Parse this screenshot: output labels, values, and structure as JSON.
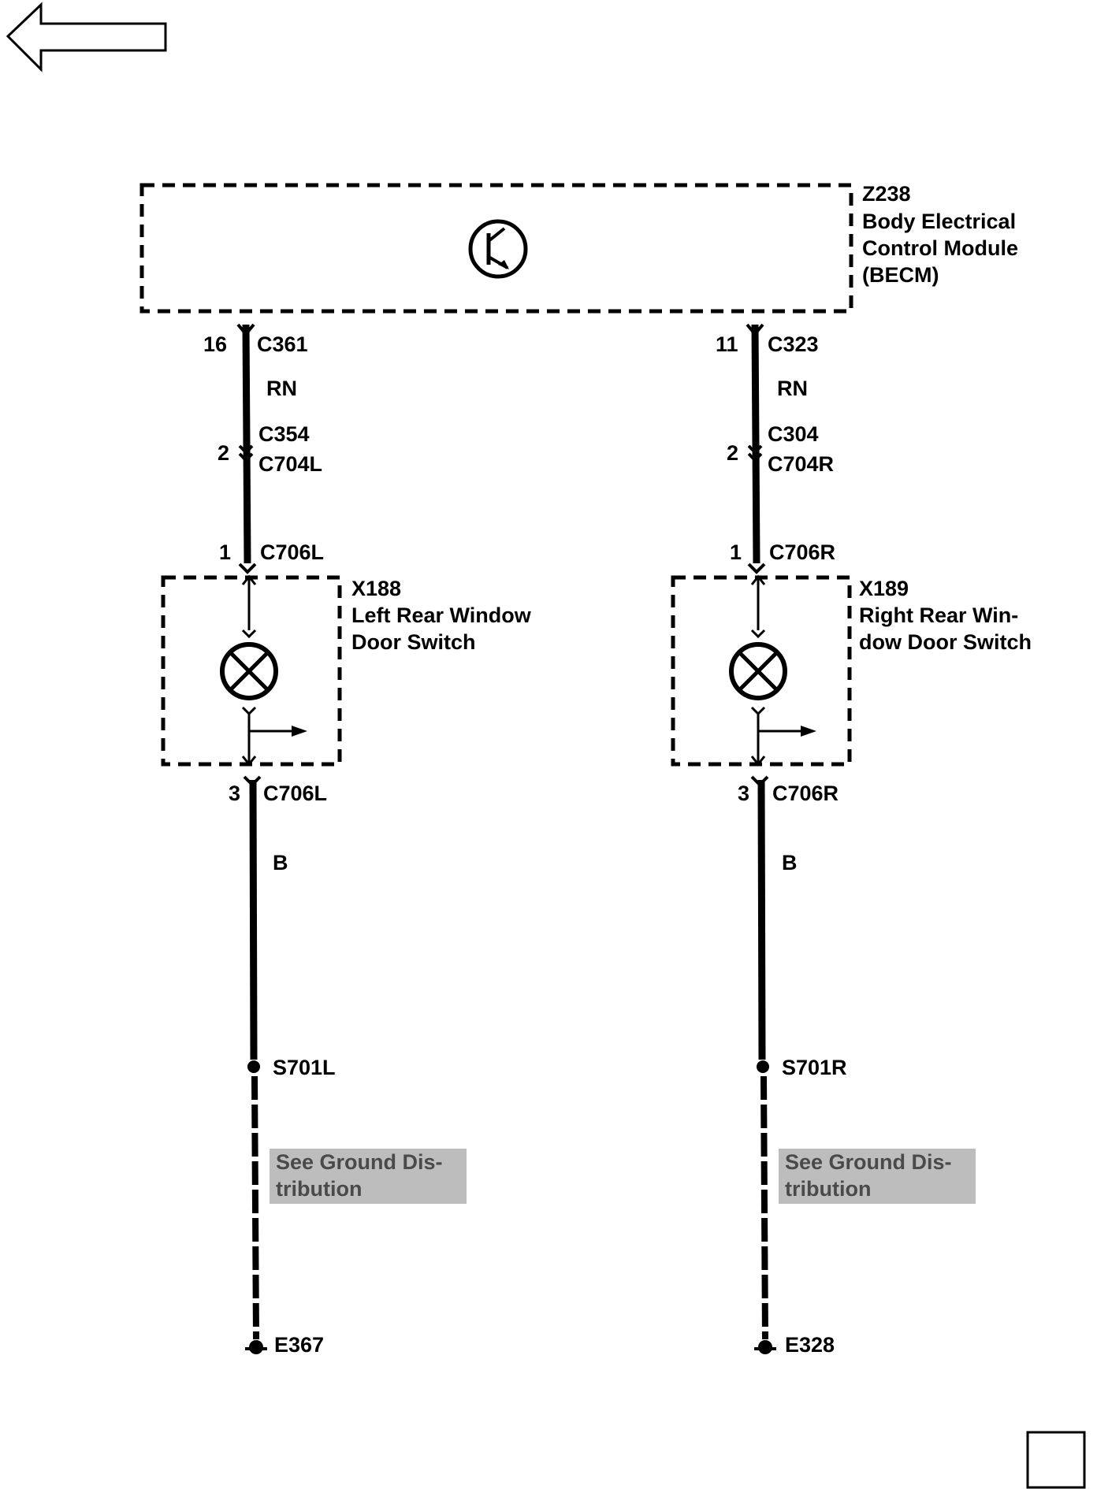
{
  "navigation": {
    "back_icon": "left-arrow-icon"
  },
  "module": {
    "id": "Z238",
    "name_line1": "Body Electrical",
    "name_line2": "Control Module",
    "name_line3": "(BECM)",
    "icon": "transistor-icon"
  },
  "left_circuit": {
    "module_pin": "16",
    "module_connector": "C361",
    "wire_color_top": "RN",
    "inline_pin": "2",
    "inline_connector_a": "C354",
    "inline_connector_b": "C704L",
    "switch_in_pin": "1",
    "switch_in_connector": "C706L",
    "switch_id": "X188",
    "switch_name_line1": "Left Rear Window",
    "switch_name_line2": "Door Switch",
    "switch_out_pin": "3",
    "switch_out_connector": "C706L",
    "wire_color_bottom": "B",
    "splice": "S701L",
    "ref_line1": "See Ground Dis-",
    "ref_line2": "tribution",
    "ground": "E367"
  },
  "right_circuit": {
    "module_pin": "11",
    "module_connector": "C323",
    "wire_color_top": "RN",
    "inline_pin": "2",
    "inline_connector_a": "C304",
    "inline_connector_b": "C704R",
    "switch_in_pin": "1",
    "switch_in_connector": "C706R",
    "switch_id": "X189",
    "switch_name_line1": "Right Rear Win-",
    "switch_name_line2": "dow Door Switch",
    "switch_out_pin": "3",
    "switch_out_connector": "C706R",
    "wire_color_bottom": "B",
    "splice": "S701R",
    "ref_line1": "See Ground Dis-",
    "ref_line2": "tribution",
    "ground": "E328"
  },
  "corner_box_icon": "square-outline-icon"
}
